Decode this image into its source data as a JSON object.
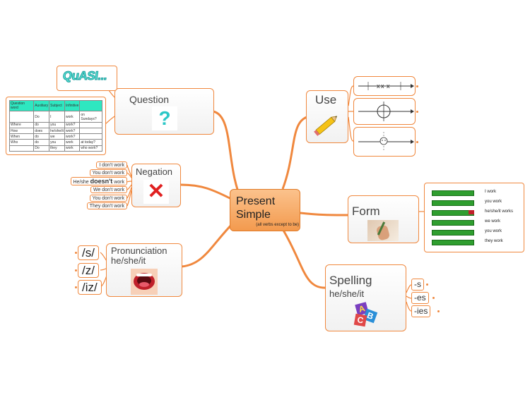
{
  "center": {
    "title": "Present Simple",
    "note": "(all verbs except to be)"
  },
  "question": {
    "title": "Question",
    "quasi": "QuASI...",
    "table": {
      "headers": [
        "Question word",
        "Auxiliary",
        "Subject",
        "Infinitive",
        ""
      ],
      "rows": [
        [
          "",
          "Do",
          "I",
          "work",
          "on Sundays?"
        ],
        [
          "Where",
          "do",
          "you",
          "work?",
          ""
        ],
        [
          "How",
          "does",
          "he/she/it",
          "work?",
          ""
        ],
        [
          "When",
          "do",
          "we",
          "work?",
          ""
        ],
        [
          "Who",
          "do",
          "you",
          "work",
          "at today?"
        ],
        [
          "",
          "Do",
          "they",
          "work",
          "who work?"
        ]
      ]
    }
  },
  "negation": {
    "title": "Negation",
    "items": [
      {
        "pre": "I don't work",
        "bold": "",
        "post": ""
      },
      {
        "pre": "You don't work",
        "bold": "",
        "post": ""
      },
      {
        "pre": "He/she ",
        "bold": "doesn't",
        "post": " work"
      },
      {
        "pre": "We don't work",
        "bold": "",
        "post": ""
      },
      {
        "pre": "You don't work",
        "bold": "",
        "post": ""
      },
      {
        "pre": "They don't work",
        "bold": "",
        "post": ""
      }
    ]
  },
  "pronunciation": {
    "title": "Pronunciation",
    "subtitle": "he/she/it",
    "items": [
      "/s/",
      "/z/",
      "/iz/"
    ]
  },
  "use": {
    "title": "Use"
  },
  "form": {
    "title": "Form",
    "rows": [
      "I work",
      "you work",
      "he/she/it works",
      "we work",
      "you work",
      "they work"
    ]
  },
  "spelling": {
    "title": "Spelling",
    "subtitle": "he/she/it",
    "items": [
      "-s",
      "-es",
      "-ies"
    ]
  },
  "colors": {
    "branch": "#f0883e",
    "center_fill": "#f5a060",
    "accent_green": "#2f9e2f",
    "question_mark": "#2bc7c7",
    "cross": "#e02020"
  }
}
